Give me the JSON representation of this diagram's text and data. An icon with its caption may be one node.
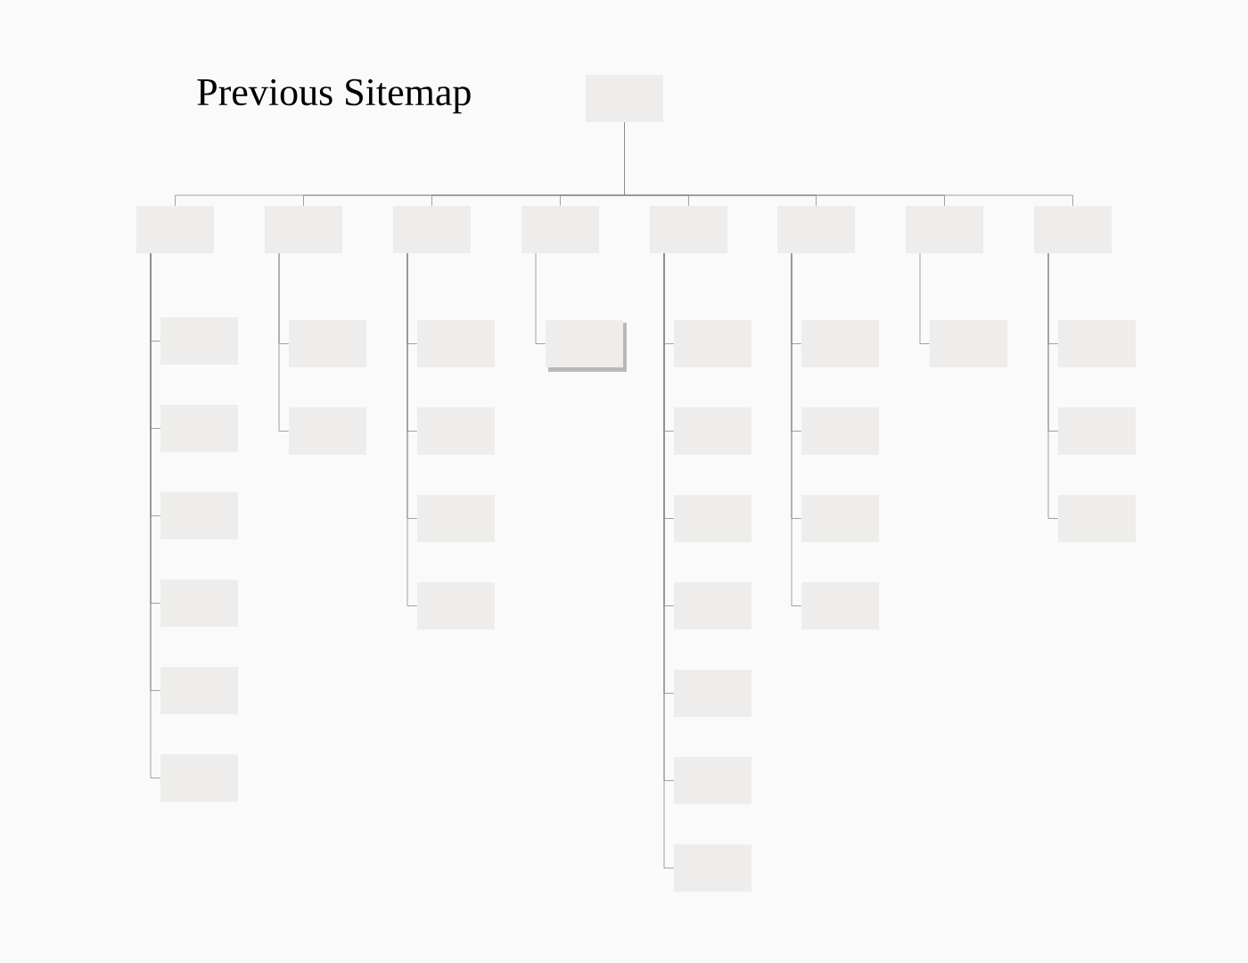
{
  "diagram": {
    "title": "Previous Sitemap",
    "nodes": [
      {
        "text": [],
        "shape": "box"
      },
      {
        "text": [],
        "shape": "box"
      },
      {
        "text": [],
        "shape": "box"
      },
      {
        "text": [],
        "shape": "box"
      },
      {
        "text": [],
        "shape": "box"
      },
      {
        "text": [],
        "shape": "box"
      },
      {
        "text": [],
        "shape": "box"
      },
      {
        "text": [],
        "shape": "box"
      },
      {
        "text": [],
        "shape": "box"
      },
      {
        "text": [],
        "shape": "box"
      },
      {
        "text": [],
        "shape": "box"
      },
      {
        "text": [],
        "shape": "box"
      },
      {
        "text": [],
        "shape": "box"
      },
      {
        "text": [],
        "shape": "box"
      },
      {
        "text": [],
        "shape": "box"
      },
      {
        "text": [],
        "shape": "box"
      },
      {
        "text": [],
        "shape": "box"
      },
      {
        "text": [],
        "shape": "box"
      },
      {
        "text": [],
        "shape": "box"
      },
      {
        "text": [],
        "shape": "box"
      },
      {
        "text": [],
        "shape": "box"
      },
      {
        "text": [],
        "shape": "box"
      },
      {
        "text": [],
        "shape": "box"
      },
      {
        "text": [],
        "shape": "box"
      },
      {
        "text": [],
        "shape": "box"
      },
      {
        "text": [],
        "shape": "box"
      },
      {
        "text": [],
        "shape": "box"
      },
      {
        "text": [],
        "shape": "box"
      },
      {
        "text": [],
        "shape": "box"
      },
      {
        "text": [],
        "shape": "box"
      },
      {
        "text": [],
        "shape": "box"
      },
      {
        "text": [],
        "shape": "box"
      },
      {
        "text": [],
        "shape": "box"
      },
      {
        "text": [],
        "shape": "box"
      },
      {
        "text": [],
        "shape": "box"
      },
      {
        "text": [],
        "shape": "box"
      },
      {
        "text": [],
        "shape": "box"
      }
    ],
    "edges": [
      {
        "from": 0,
        "to": 1,
        "arrow": "none"
      },
      {
        "from": 0,
        "to": 2,
        "arrow": "none"
      },
      {
        "from": 0,
        "to": 3,
        "arrow": "none"
      },
      {
        "from": 0,
        "to": 4,
        "arrow": "none"
      },
      {
        "from": 0,
        "to": 5,
        "arrow": "none"
      },
      {
        "from": 0,
        "to": 6,
        "arrow": "none"
      },
      {
        "from": 0,
        "to": 7,
        "arrow": "none"
      },
      {
        "from": 0,
        "to": 8,
        "arrow": "none"
      },
      {
        "from": 1,
        "to": 9,
        "arrow": "none"
      },
      {
        "from": 1,
        "to": 10,
        "arrow": "none"
      },
      {
        "from": 1,
        "to": 11,
        "arrow": "none"
      },
      {
        "from": 1,
        "to": 12,
        "arrow": "none"
      },
      {
        "from": 1,
        "to": 13,
        "arrow": "none"
      },
      {
        "from": 1,
        "to": 14,
        "arrow": "none"
      },
      {
        "from": 2,
        "to": 15,
        "arrow": "none"
      },
      {
        "from": 2,
        "to": 16,
        "arrow": "none"
      },
      {
        "from": 3,
        "to": 17,
        "arrow": "none"
      },
      {
        "from": 3,
        "to": 18,
        "arrow": "none"
      },
      {
        "from": 3,
        "to": 19,
        "arrow": "none"
      },
      {
        "from": 3,
        "to": 20,
        "arrow": "none"
      },
      {
        "from": 4,
        "to": 21,
        "arrow": "none"
      },
      {
        "from": 5,
        "to": 22,
        "arrow": "none"
      },
      {
        "from": 5,
        "to": 23,
        "arrow": "none"
      },
      {
        "from": 5,
        "to": 24,
        "arrow": "none"
      },
      {
        "from": 5,
        "to": 25,
        "arrow": "none"
      },
      {
        "from": 5,
        "to": 26,
        "arrow": "none"
      },
      {
        "from": 5,
        "to": 27,
        "arrow": "none"
      },
      {
        "from": 5,
        "to": 28,
        "arrow": "none"
      },
      {
        "from": 6,
        "to": 29,
        "arrow": "none"
      },
      {
        "from": 6,
        "to": 30,
        "arrow": "none"
      },
      {
        "from": 6,
        "to": 31,
        "arrow": "none"
      },
      {
        "from": 6,
        "to": 32,
        "arrow": "none"
      },
      {
        "from": 7,
        "to": 33,
        "arrow": "none"
      },
      {
        "from": 8,
        "to": 34,
        "arrow": "none"
      },
      {
        "from": 8,
        "to": 35,
        "arrow": "none"
      },
      {
        "from": 8,
        "to": 36,
        "arrow": "none"
      }
    ]
  }
}
